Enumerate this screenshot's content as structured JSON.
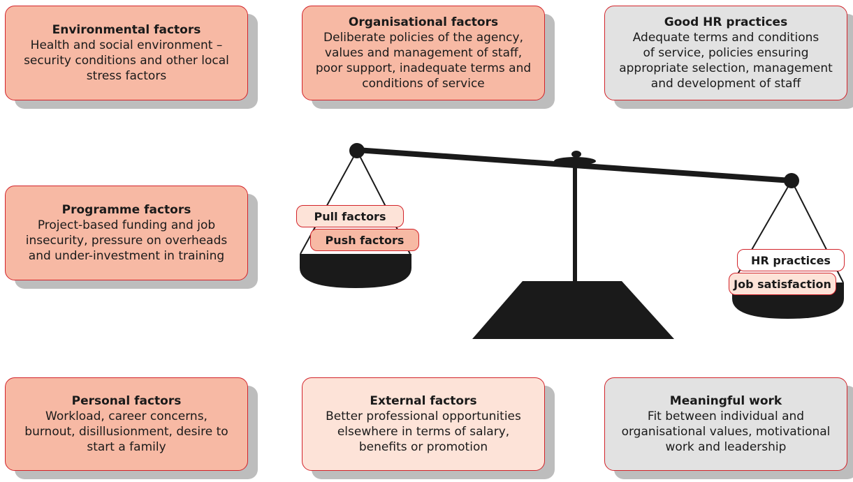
{
  "cards": {
    "environmental": {
      "title": "Environmental factors",
      "lines": [
        "Health and social environment –",
        "security conditions and other local",
        "stress factors"
      ]
    },
    "organisational": {
      "title": "Organisational factors",
      "lines": [
        "Deliberate policies of the agency,",
        "values and management of staff,",
        "poor support, inadequate terms and",
        "conditions of service"
      ]
    },
    "good_hr": {
      "title": "Good HR practices",
      "lines": [
        "Adequate terms and conditions",
        "of service, policies ensuring",
        "appropriate selection, management",
        "and development of staff"
      ]
    },
    "programme": {
      "title": "Programme factors",
      "lines": [
        "Project-based funding and job",
        "insecurity, pressure on overheads",
        "and under-investment in training"
      ]
    },
    "personal": {
      "title": "Personal factors",
      "lines": [
        "Workload, career concerns,",
        "burnout, disillusionment, desire to",
        "start a family"
      ]
    },
    "external": {
      "title": "External factors",
      "lines": [
        "Better professional opportunities",
        "elsewhere in terms of salary,",
        "benefits or promotion"
      ]
    },
    "meaningful": {
      "title": "Meaningful work",
      "lines": [
        "Fit between individual and",
        "organisational values, motivational",
        "work and leadership"
      ]
    }
  },
  "scale": {
    "left_pan": {
      "top_label": "Pull factors",
      "bottom_label": "Push factors"
    },
    "right_pan": {
      "top_label": "HR practices",
      "bottom_label": "Job satisfaction"
    }
  },
  "colors": {
    "border_red": "#d2232a",
    "salmon": "#f7b9a4",
    "pale_pink": "#fde3d8",
    "grey": "#e2e2e2",
    "shadow": "#bdbdbd",
    "scale_black": "#1a1a1a"
  }
}
